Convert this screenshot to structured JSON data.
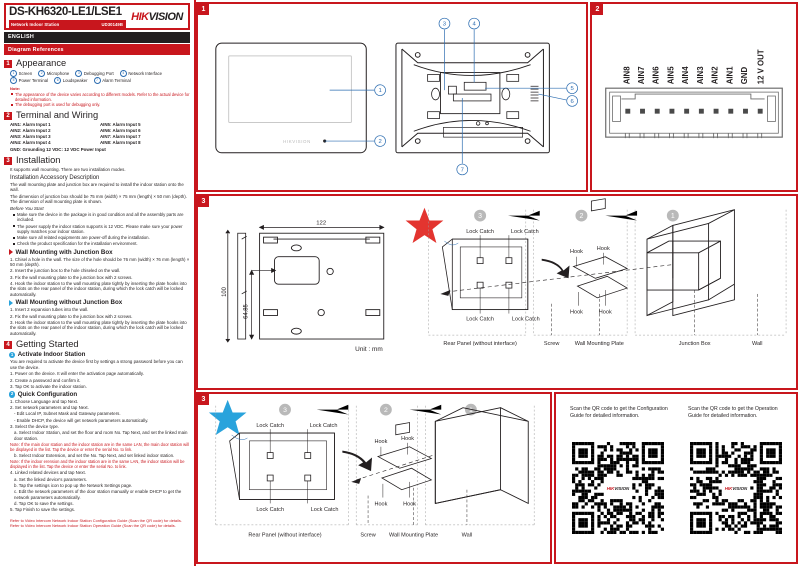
{
  "header": {
    "model": "DS-KH6320-LE1/LSE1",
    "product": "Network Indoor Station",
    "doc_code": "UD30149B",
    "brand_hik": "HIK",
    "brand_vision": "VISION",
    "language_bar": "ENGLISH",
    "diagram_bar": "Diagram References"
  },
  "sections": {
    "appearance": {
      "num": "1",
      "title": "Appearance",
      "legend": [
        {
          "n": "1",
          "label": "Screen"
        },
        {
          "n": "2",
          "label": "Microphone"
        },
        {
          "n": "3",
          "label": "Debugging Port"
        },
        {
          "n": "4",
          "label": "Network Interface"
        },
        {
          "n": "5",
          "label": "Power Terminal"
        },
        {
          "n": "6",
          "label": "Loudspeaker"
        },
        {
          "n": "7",
          "label": "Alarm Terminal"
        }
      ],
      "note_label": "Note:",
      "notes": [
        "The appearance of the device varies according to different models. Refer to the actual device for detailed information.",
        "The debugging port is used for debugging only."
      ]
    },
    "terminal": {
      "num": "2",
      "title": "Terminal and Wiring",
      "items": [
        "AIN1: Alarm Input 1",
        "AIN5: Alarm Input 5",
        "AIN2: Alarm Input 2",
        "AIN6: Alarm Input 6",
        "AIN3: Alarm Input 3",
        "AIN7: Alarm Input 7",
        "AIN4: Alarm Input 4",
        "AIN8: Alarm Input 8"
      ],
      "ground": "GND: Grounding 12 VDC: 12 VDC Power Input"
    },
    "installation": {
      "num": "3",
      "title": "Installation",
      "intro": "It supports wall mounting. There are two installation modes.",
      "accessory_head": "Installation Accessory Description",
      "accessory_lines": [
        "The wall mounting plate and junction box are required to install the indoor station onto the wall.",
        "The dimension of junction box should be 75 mm (width) × 75 mm (length) × 50 mm (depth). The dimension of wall mounting plate is shown."
      ],
      "before_start": "Before You Start",
      "before_bullets": [
        "Make sure the device in the package is in good condition and all the assembly parts are included.",
        "The power supply the indoor station supports is 12 VDC. Please make sure your power supply matches your indoor station.",
        "Make sure all related equipments are power-off during the installation.",
        "Check the product specification for the installation environment."
      ],
      "with_jb": {
        "title": "Wall Mounting with Junction Box",
        "steps": [
          "1. Chisel a hole in the wall. The size of the hole should be 76 mm (width) × 76 mm (length) × 50 mm (depth).",
          "2. Insert the junction box to the hole chiseled on the wall.",
          "3. Fix the wall mounting plate to the junction box with 2 screws.",
          "4. Hook the indoor station to the wall mounting plate tightly by inserting the plate hooks into the slots on the rear panel of the indoor station, during which the lock catch will be locked automatically."
        ]
      },
      "without_jb": {
        "title": "Wall Mounting without Junction Box",
        "steps": [
          "1. Insert 2 expansion tubes into the wall.",
          "2. Fix the wall mounting plate to the junction box with 2 screws.",
          "3. Hook the indoor station to the wall mounting plate tightly by inserting the plate hooks into the slots on the rear panel of the indoor station, during which the lock catch will be locked automatically."
        ]
      }
    },
    "getting_started": {
      "num": "4",
      "title": "Getting Started",
      "activate": {
        "num": "1",
        "title": "Activate Indoor Station",
        "intro": "You are required to activate the device first by settings a strong password before you can use the device.",
        "steps": [
          "1. Power on the device. It will enter the activation page automatically.",
          "2. Create a password and confirm it.",
          "3. Tap OK to activate the indoor station."
        ]
      },
      "quick": {
        "num": "2",
        "title": "Quick Configuration",
        "steps": [
          {
            "text": "1. Choose Language and tap Next.",
            "style": "normal"
          },
          {
            "text": "2. Set network parameters and tap Next.",
            "style": "normal"
          },
          {
            "text": "- Edit Local IP, Subnet Mask and Gateway parameters.",
            "style": "indent1"
          },
          {
            "text": "- Enable DHCP, the device will get network parameters automatically.",
            "style": "indent1"
          },
          {
            "text": "3. Select the device type.",
            "style": "normal"
          },
          {
            "text": "a. Select Indoor Station, and set the floor and room No. Tap Next, and set the linked main door station.",
            "style": "indent1"
          },
          {
            "text": "Note: If the main door station and the indoor station are in the same LAN, the main door station will be displayed in the list. Tap the device or enter the serial No. to link.",
            "style": "rednote"
          },
          {
            "text": "b. Select Indoor Extension, and set the No. Tap Next, and set linked indoor station.",
            "style": "indent1"
          },
          {
            "text": "Note: If the indoor erension and the indoor station are in the same LAN, the indoor station will be displayed in the list. Tap the device or enter the serial No. to link.",
            "style": "rednote"
          },
          {
            "text": "4. Linked related devices and tap Next.",
            "style": "normal"
          },
          {
            "text": "a. Set the linked device's parameters.",
            "style": "indent1"
          },
          {
            "text": "b. Tap the settings icon to pop up the Network Settings page.",
            "style": "indent1"
          },
          {
            "text": "c. Edit the network parameters of the door station manually or enable DHCP to get the network parameters automatically.",
            "style": "indent1"
          },
          {
            "text": "d. Tap OK to save the settings.",
            "style": "indent1"
          },
          {
            "text": "5. Tap Finish to save the settings.",
            "style": "normal"
          }
        ]
      }
    },
    "footer_refs": [
      "Refer to Video Intercom Network Indoor Station Configuration Guide (Scan the QR code) for details.",
      "Refer to Video Intercom Network Indoor Station Operation Guide (Scan the QR code) for details."
    ]
  },
  "panels": {
    "p1": {
      "num": "1",
      "callouts": [
        "1",
        "2",
        "3",
        "4",
        "5",
        "6",
        "7"
      ],
      "brand_logo": "HIKVISION"
    },
    "p2": {
      "num": "2",
      "terminal_labels": [
        "AIN8",
        "AIN7",
        "AIN6",
        "AIN5",
        "AIN4",
        "AIN3",
        "AIN2",
        "AIN1",
        "GND",
        "12 V OUT"
      ]
    },
    "p3": {
      "num": "3",
      "dim_width": "122",
      "dim_height": "100",
      "dim_inner": "64.85",
      "unit": "Unit : mm",
      "step_numbers": [
        "1",
        "2",
        "3"
      ],
      "lock_catch": "Lock Catch",
      "hook": "Hook",
      "captions": [
        "Rear  Panel (without interface)",
        "Screw",
        "Wall Mounting Plate",
        "Junction Box",
        "Wall"
      ]
    },
    "p4": {
      "num": "3",
      "step_numbers": [
        "1",
        "2",
        "3"
      ],
      "lock_catch": "Lock Catch",
      "hook": "Hook",
      "captions": [
        "Rear  Panel (without interface)",
        "Screw",
        "Wall Mounting Plate",
        "Wall"
      ]
    },
    "p5": {
      "qr_left_text": "Scan the QR code to get the Configuration Guide for detailed information.",
      "qr_right_text": "Scan the QR code to get the Operation Guide for detailed information.",
      "qr_logo": "HIKVISION"
    }
  },
  "colors": {
    "brand_red": "#c8161d",
    "accent_blue": "#29a3dc",
    "ink": "#231f20"
  }
}
